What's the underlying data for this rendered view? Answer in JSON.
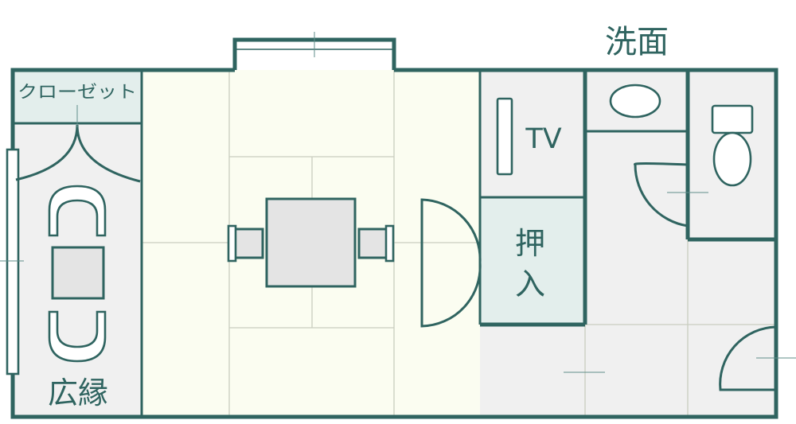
{
  "labels": {
    "closet": "クローゼット",
    "tv": "TV",
    "oshiire_line1": "押",
    "oshiire_line2": "入",
    "senmen": "洗面",
    "hiroen": "広縁"
  },
  "colors": {
    "wall": "#2f6460",
    "tatami": "#fbfdf1",
    "floor_grey": "#f0f0f0",
    "storage_teal": "#e3eeec",
    "tatami_seam": "#c9cdbf"
  }
}
